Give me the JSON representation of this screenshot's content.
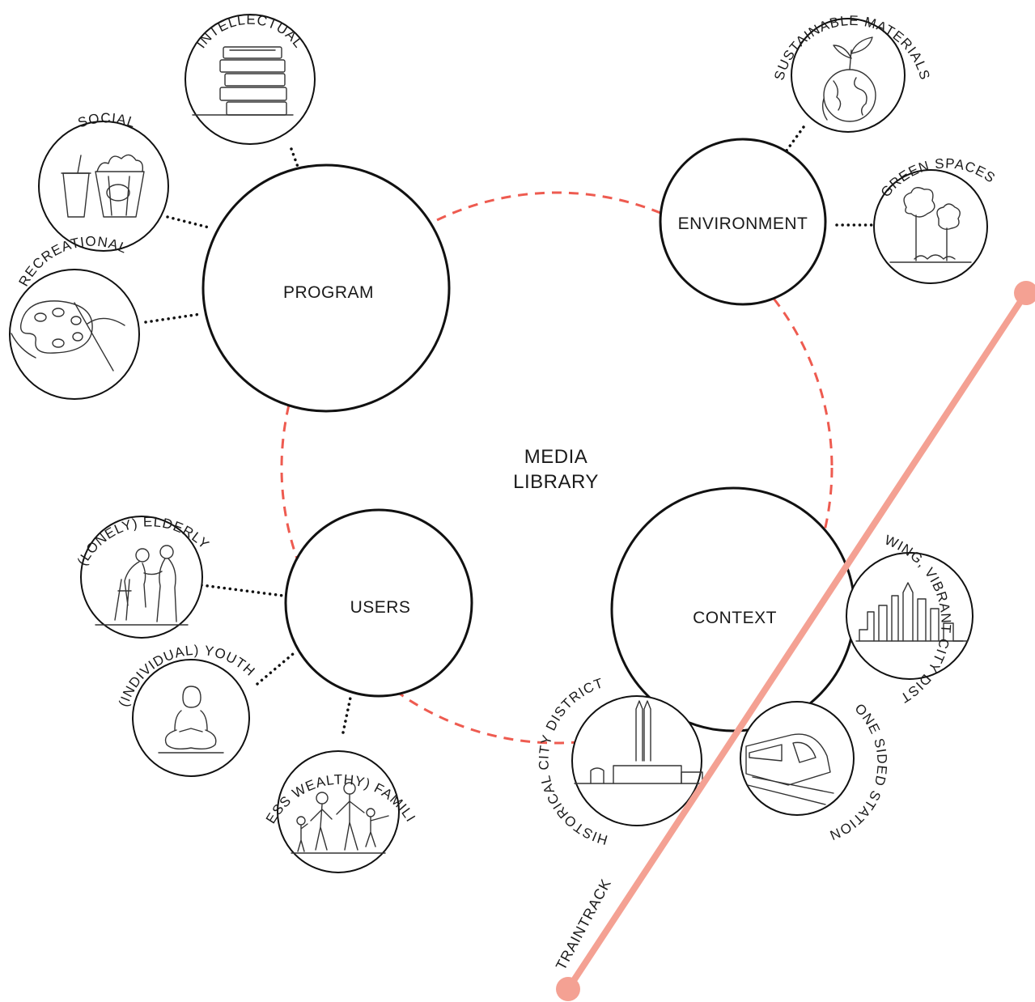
{
  "center": {
    "line1": "MEDIA",
    "line2": "LIBRARY"
  },
  "nodes": {
    "program": "PROGRAM",
    "environment": "ENVIRONMENT",
    "users": "USERS",
    "context": "CONTEXT"
  },
  "satellites": {
    "intellectual": "INTELLECTUAL",
    "social": "SOCIAL",
    "recreational": "RECREATIONAL",
    "sustainable_materials": "SUSTAINABLE MATERIALS",
    "green_spaces": "GREEN SPACES",
    "elderly": "(LONELY) ELDERLY",
    "youth": "(INDIVIDUAL) YOUTH",
    "families": "(LESS WEALTHY) FAMILIES",
    "historical": "HISTORICAL CITY DISTRICT",
    "growing": "GROWING, VIBRANT CITY DISTRICT",
    "station": "ONE SIDED STATION"
  },
  "track": {
    "label": "TRAINTRACK"
  },
  "colors": {
    "ring": "#ee5b50",
    "track": "#f4a193",
    "stroke": "#111111"
  },
  "icons": {
    "intellectual": "books-stack-icon",
    "social": "popcorn-drink-icon",
    "recreational": "paint-palette-icon",
    "sustainable_materials": "globe-sprout-icon",
    "green_spaces": "trees-icon",
    "elderly": "elderly-walker-icon",
    "youth": "reading-youth-icon",
    "families": "family-walking-icon",
    "historical": "church-towers-icon",
    "growing": "city-skyline-icon",
    "station": "train-icon"
  }
}
